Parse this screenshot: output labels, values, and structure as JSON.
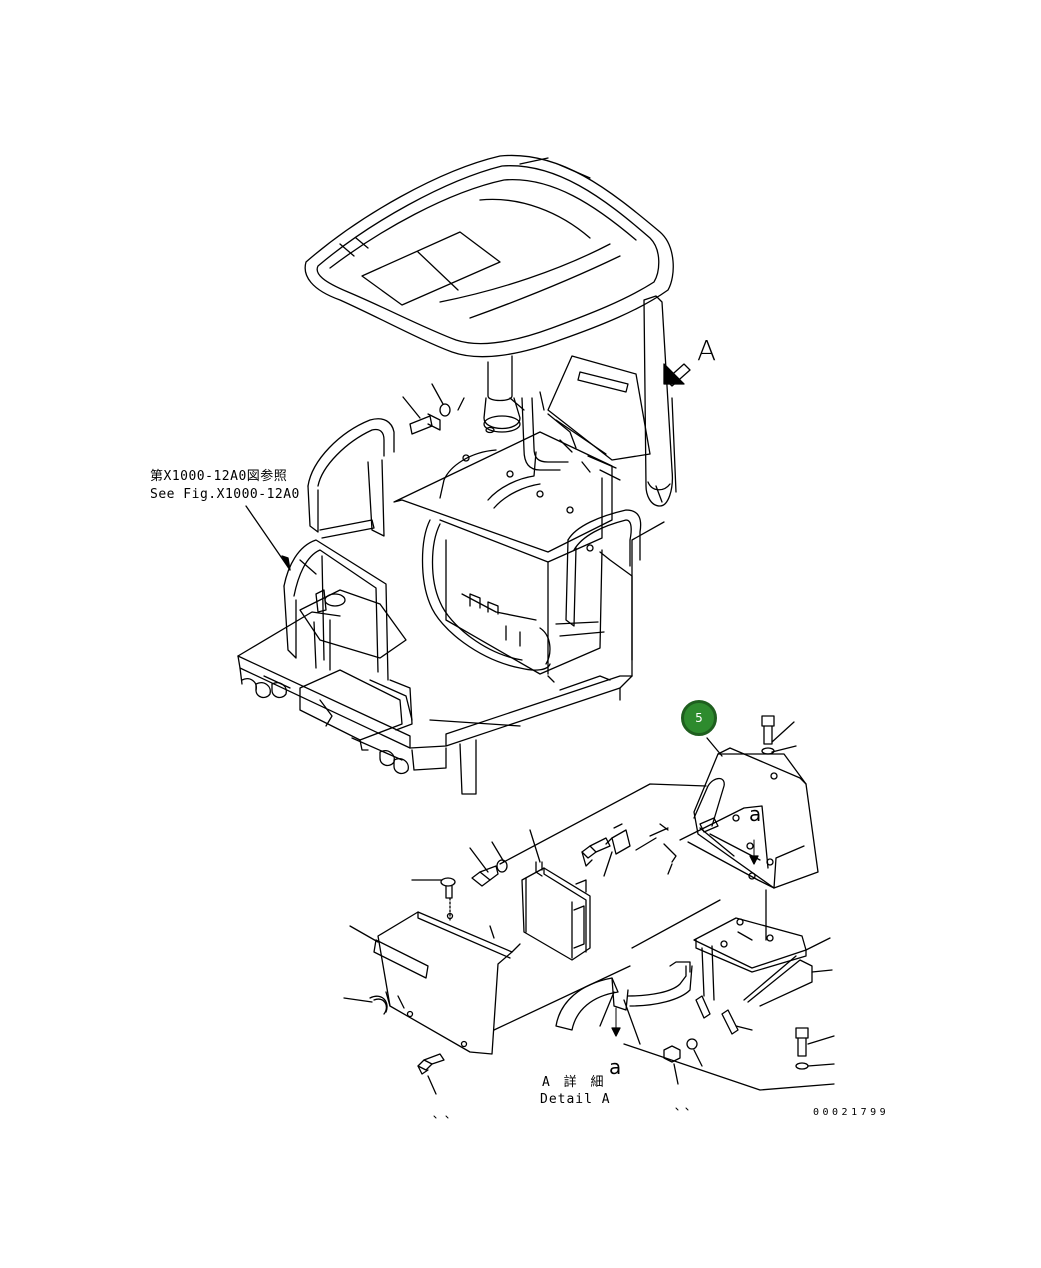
{
  "reference_note": {
    "japanese": "第X1000-12A0図参照",
    "english": "See Fig.X1000-12A0"
  },
  "view_arrow_label": "A",
  "detail_caption": {
    "japanese": "A 詳 細",
    "english": "Detail A"
  },
  "section_marks": [
    "a",
    "a"
  ],
  "drawing_number": "00021799",
  "callout": {
    "number": "5",
    "color": "#2e8b2e"
  }
}
